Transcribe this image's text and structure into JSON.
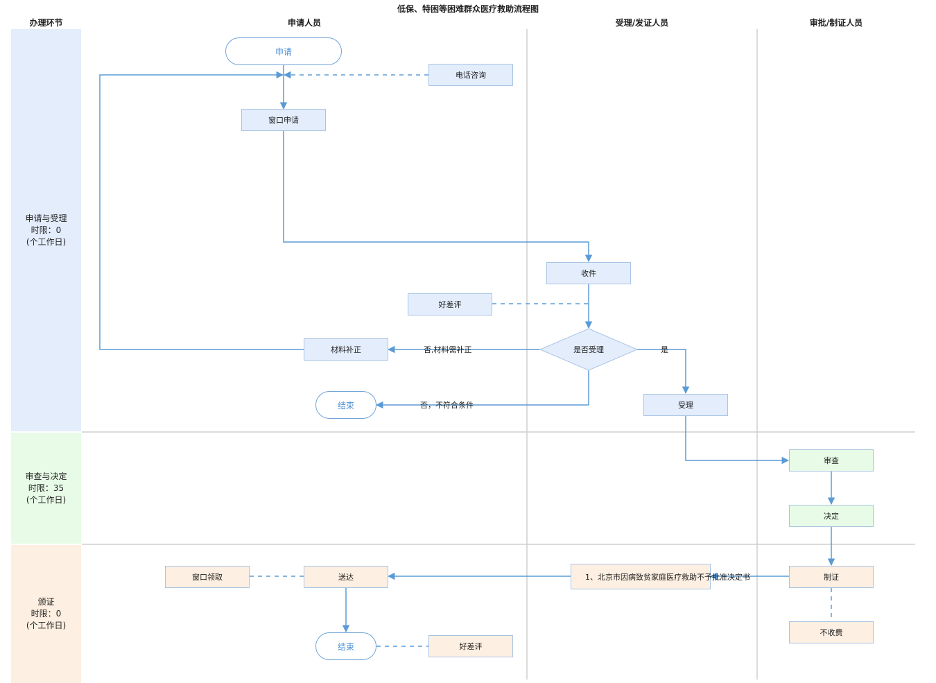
{
  "title": "低保、特困等困难群众医疗救助流程图",
  "columns": {
    "phase": "办理环节",
    "applicant": "申请人员",
    "acceptor": "受理/发证人员",
    "approver": "审批/制证人员"
  },
  "phases": [
    {
      "name": "申请与受理",
      "limit": "时限：0",
      "unit": "(个工作日)"
    },
    {
      "name": "审查与决定",
      "limit": "时限：35",
      "unit": "(个工作日)"
    },
    {
      "name": "颁证",
      "limit": "时限：0",
      "unit": "(个工作日)"
    }
  ],
  "nodes": {
    "apply": "申请",
    "phone_consult": "电话咨询",
    "window_apply": "窗口申请",
    "receive": "收件",
    "rating1": "好差评",
    "decision": "是否受理",
    "supplement": "材料补正",
    "end1": "结束",
    "accept": "受理",
    "review": "审查",
    "decide": "决定",
    "make_cert": "制证",
    "no_fee": "不收费",
    "cert_doc": "1、北京市因病致贫家庭医疗救助不予批准决定书",
    "deliver": "送达",
    "window_pickup": "窗口领取",
    "end2": "结束",
    "rating2": "好差评"
  },
  "edge_labels": {
    "no_supplement": "否,材料需补正",
    "no_unqualified": "否，不符合条件",
    "yes": "是"
  },
  "colors": {
    "line": "#5b9bd5",
    "phase1_bg": "#e3edfc",
    "phase2_bg": "#e7fbe6",
    "phase3_bg": "#fdefe1"
  }
}
